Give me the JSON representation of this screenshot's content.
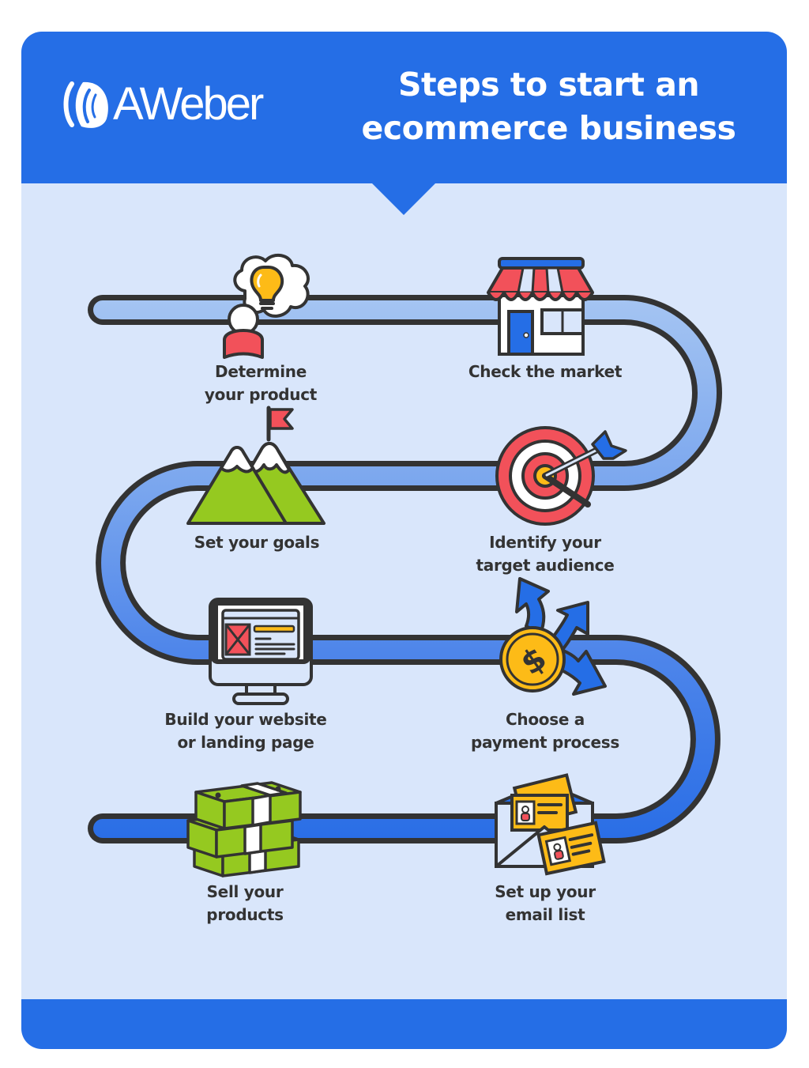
{
  "header": {
    "brand": "AWeber",
    "title_line1": "Steps to start an",
    "title_line2": "ecommerce business"
  },
  "colors": {
    "brand_blue": "#256ee6",
    "background": "#d9e6fb",
    "outline": "#333333",
    "red": "#f2515a",
    "yellow": "#fdbb17",
    "green": "#95c920",
    "road_light": "#9fc1f1",
    "road_dark": "#2a6ee6"
  },
  "steps": [
    {
      "order": 1,
      "icon": "lightbulb-thinking-person-icon",
      "line1": "Determine",
      "line2": "your product"
    },
    {
      "order": 2,
      "icon": "storefront-icon",
      "line1": "Check the market",
      "line2": ""
    },
    {
      "order": 3,
      "icon": "target-arrow-icon",
      "line1": "Identify your",
      "line2": "target audience"
    },
    {
      "order": 4,
      "icon": "mountain-flag-icon",
      "line1": "Set your goals",
      "line2": ""
    },
    {
      "order": 5,
      "icon": "monitor-website-icon",
      "line1": "Build your website",
      "line2": "or landing page"
    },
    {
      "order": 6,
      "icon": "coin-arrows-icon",
      "line1": "Choose a",
      "line2": "payment process"
    },
    {
      "order": 7,
      "icon": "envelope-cards-icon",
      "line1": "Set up your",
      "line2": "email list"
    },
    {
      "order": 8,
      "icon": "money-stack-icon",
      "line1": "Sell your",
      "line2": "products"
    }
  ]
}
